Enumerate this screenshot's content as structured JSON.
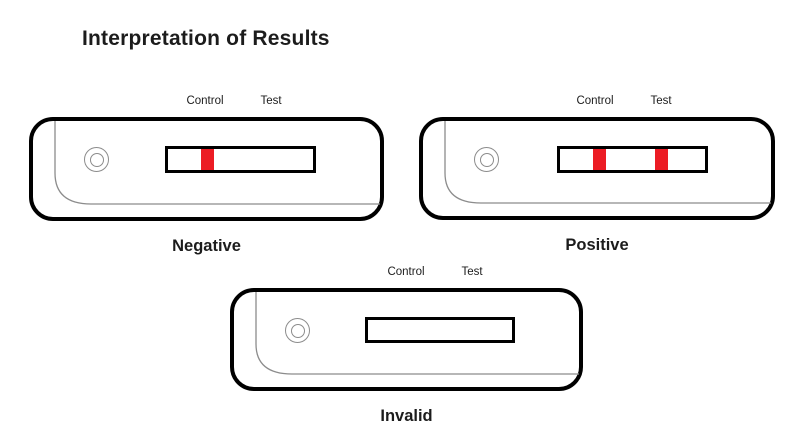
{
  "title": "Interpretation of Results",
  "colors": {
    "line_red": "#ec1c24",
    "outline_black": "#000000",
    "seam_gray": "#8c8c8c"
  },
  "cassettes": [
    {
      "id": "negative",
      "caption": "Negative",
      "control_label": "Control",
      "test_label": "Test",
      "control_line": true,
      "test_line": false
    },
    {
      "id": "positive",
      "caption": "Positive",
      "control_label": "Control",
      "test_label": "Test",
      "control_line": true,
      "test_line": true
    },
    {
      "id": "invalid",
      "caption": "Invalid",
      "control_label": "Control",
      "test_label": "Test",
      "control_line": false,
      "test_line": false
    }
  ]
}
